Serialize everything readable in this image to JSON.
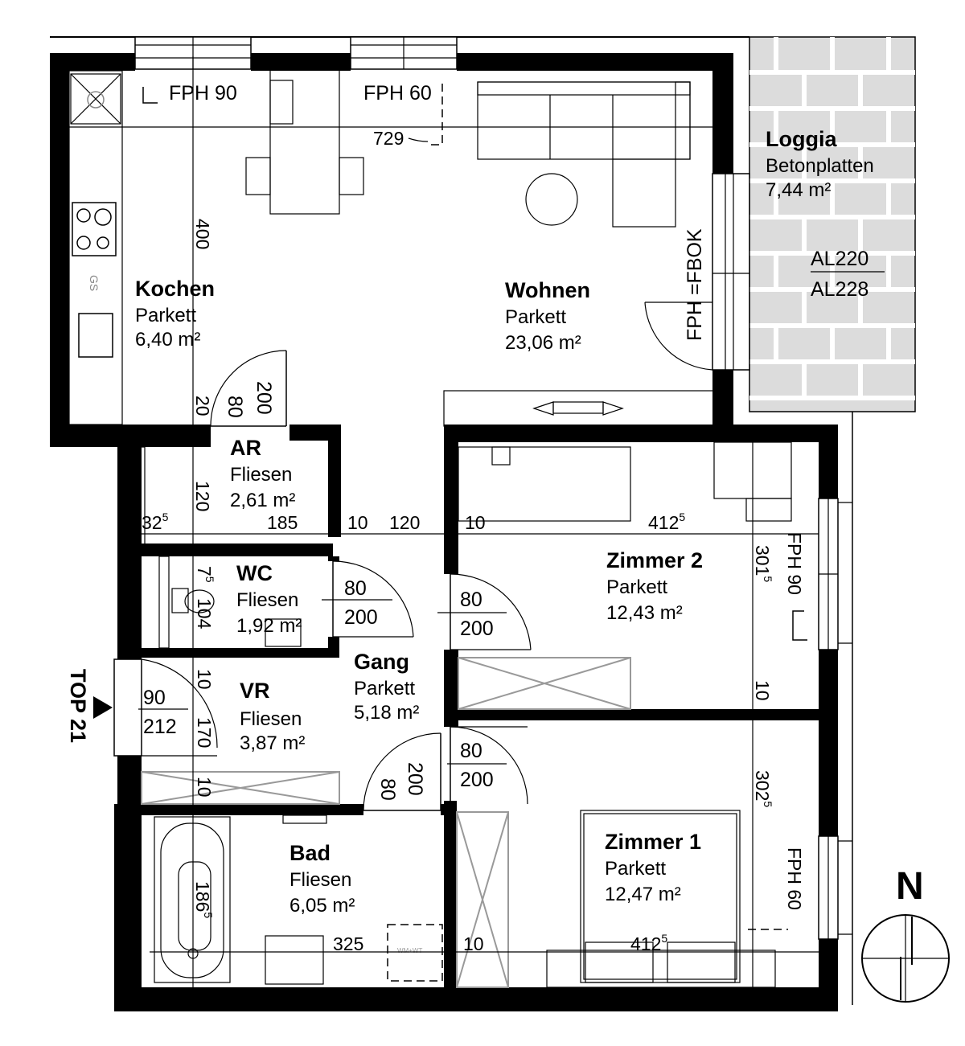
{
  "rooms": {
    "kochen": {
      "name": "Kochen",
      "floor": "Parkett",
      "area": "6,40 m²"
    },
    "wohnen": {
      "name": "Wohnen",
      "floor": "Parkett",
      "area": "23,06 m²"
    },
    "loggia": {
      "name": "Loggia",
      "floor": "Betonplatten",
      "area": "7,44 m²"
    },
    "ar": {
      "name": "AR",
      "floor": "Fliesen",
      "area": "2,61 m²"
    },
    "wc": {
      "name": "WC",
      "floor": "Fliesen",
      "area": "1,92 m²"
    },
    "vr": {
      "name": "VR",
      "floor": "Fliesen",
      "area": "3,87 m²"
    },
    "gang": {
      "name": "Gang",
      "floor": "Parkett",
      "area": "5,18 m²"
    },
    "bad": {
      "name": "Bad",
      "floor": "Fliesen",
      "area": "6,05 m²"
    },
    "zimmer2": {
      "name": "Zimmer 2",
      "floor": "Parkett",
      "area": "12,43 m²"
    },
    "zimmer1": {
      "name": "Zimmer 1",
      "floor": "Parkett",
      "area": "12,47 m²"
    }
  },
  "windows": {
    "fph90_top": "FPH 90",
    "fph60_top": "FPH 60",
    "fph_fbok": "FPH =FBOK",
    "fph90_right": "FPH 90",
    "fph60_right": "FPH 60"
  },
  "loggia_heights": {
    "al220": "AL220",
    "al228": "AL228"
  },
  "dimensions": {
    "d729": "729",
    "d400": "400",
    "d20": "20",
    "d120_ar": "120",
    "d325_left": "32",
    "d325_left_sup": "5",
    "d185": "185",
    "d10_gang": "10",
    "d120_gang": "120",
    "d10_z2": "10",
    "d412_z2": "412",
    "d412_z2_sup": "5",
    "d301": "301",
    "d301_sup": "5",
    "d10_z2b": "10",
    "d302": "302",
    "d302_sup": "5",
    "d7_wc": "7",
    "d7_wc_sup": "5",
    "d104": "104",
    "d10_vr": "10",
    "d170": "170",
    "d10_vr2": "10",
    "d325_bad": "325",
    "d10_bad": "10",
    "d412_z1": "412",
    "d412_z1_sup": "5",
    "d186": "186",
    "d186_sup": "5"
  },
  "doors": {
    "ar": {
      "w": "80",
      "h": "200"
    },
    "wc": {
      "w": "80",
      "h": "200"
    },
    "zimmer2": {
      "w": "80",
      "h": "200"
    },
    "zimmer1": {
      "w": "80",
      "h": "200"
    },
    "bad": {
      "w": "80",
      "h": "200"
    },
    "entry": {
      "w": "90",
      "h": "212"
    }
  },
  "fixtures": {
    "gs": "GS",
    "wmwt": "WM+WT"
  },
  "unit_label": "TOP 21",
  "north_label": "N"
}
